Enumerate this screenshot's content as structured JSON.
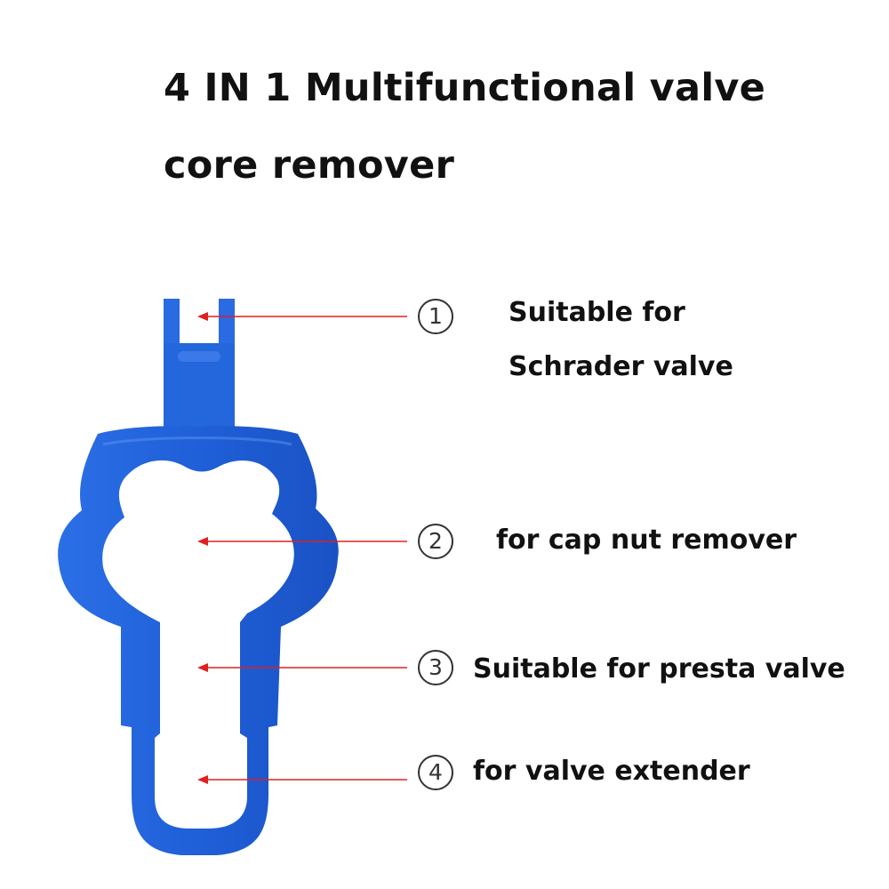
{
  "title": {
    "line1": "4 IN 1 Multifunctional valve",
    "line2": "core remover"
  },
  "colors": {
    "tool_blue": "#1f5fd8",
    "tool_blue_dark": "#1546b4",
    "arrow_red": "#e02020",
    "text": "#111111"
  },
  "callouts": [
    {
      "number": "1",
      "line1": "Suitable for",
      "line2": "Schrader valve"
    },
    {
      "number": "2",
      "line1": "for cap nut remover"
    },
    {
      "number": "3",
      "line1": "Suitable for presta valve"
    },
    {
      "number": "4",
      "line1": "for valve extender"
    }
  ]
}
